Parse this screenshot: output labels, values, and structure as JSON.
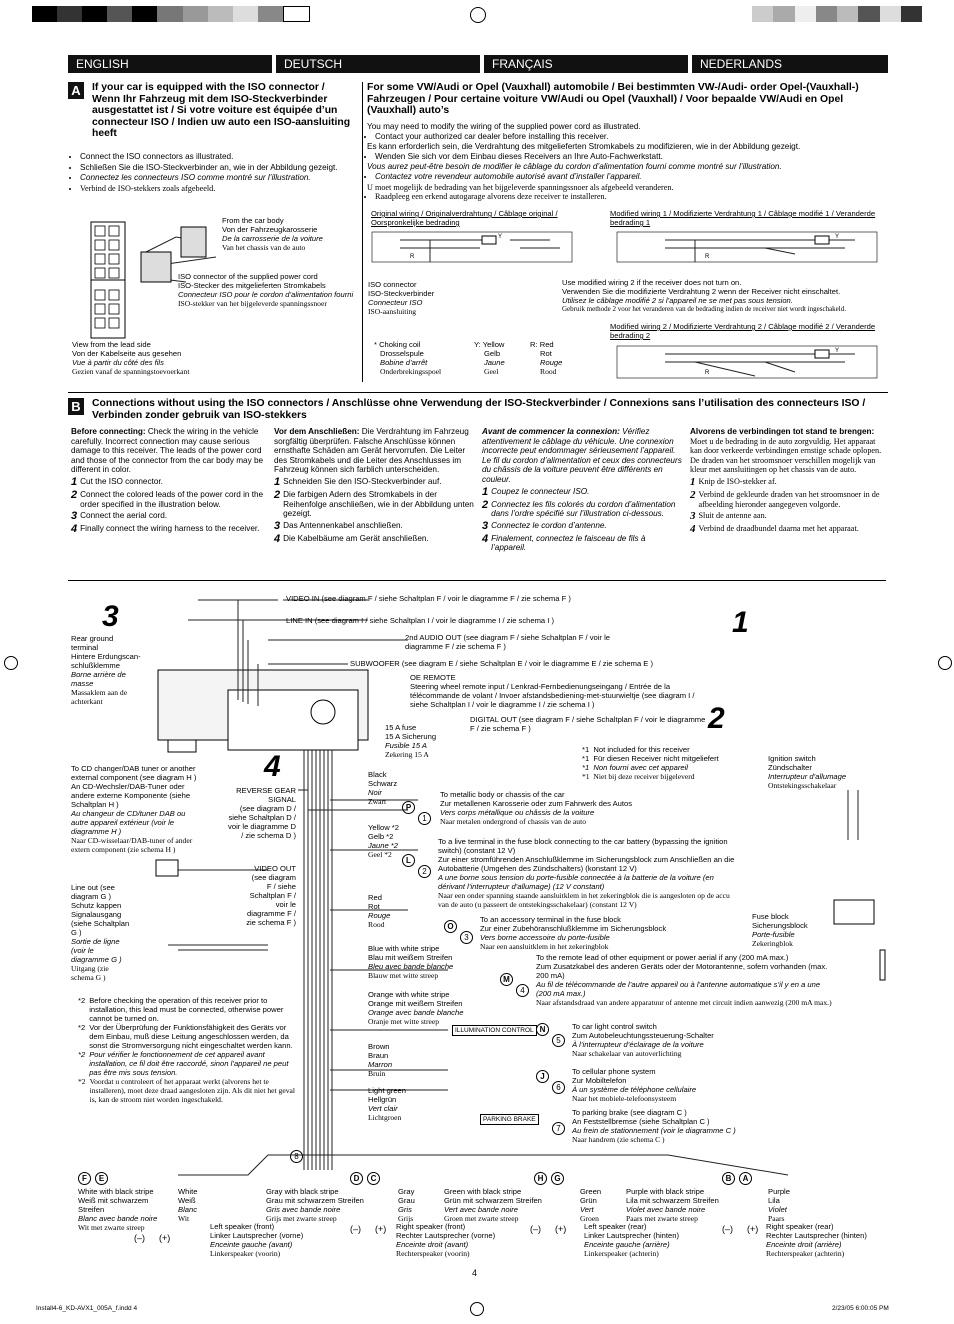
{
  "print_info": {
    "footer_left": "Install4-6_KD-AVX1_005A_f.indd   4",
    "footer_right": "2/23/05   6:00:05 PM",
    "page_number": "4"
  },
  "languages": [
    "ENGLISH",
    "DEUTSCH",
    "FRANÇAIS",
    "NEDERLANDS"
  ],
  "section_a": {
    "badge": "A",
    "title": "If your car is equipped with the ISO connector / Wenn Ihr Fahrzeug mit dem ISO-Steckverbinder ausgestattet ist / Si votre voiture est équipée d’un connecteur ISO / Indien uw auto een ISO-aansluiting heeft",
    "bullets": [
      "Connect the ISO connectors as illustrated.",
      "Schließen Sie die ISO-Steckverbinder an, wie in der Abbildung gezeigt.",
      "Connectez les connecteurs ISO comme montré sur l’illustration.",
      "Verbind de ISO-stekkers zoals afgebeeld."
    ],
    "from_car_body": [
      "From the car body",
      "Von der Fahrzeugkarosserie",
      "De la carrosserie de la voiture",
      "Van het chassis van de auto"
    ],
    "iso_supplied": [
      "ISO connector of the supplied power cord",
      "ISO-Stecker des mitgelieferten Stromkabels",
      "Connecteur ISO pour le cordon d’alimentation fourni",
      "ISO-stekker van het bijgeleverde spanningssnoer"
    ],
    "lead_side": [
      "View from the lead side",
      "Von der Kabelseite aus gesehen",
      "Vue à partir du côté des fils",
      "Gezien vanaf de spanningstoevoerkant"
    ],
    "vw_title": "For some VW/Audi or Opel (Vauxhall) automobile / Bei bestimmten VW-/Audi- order Opel-(Vauxhall-) Fahrzeugen / Pour certaine voiture VW/Audi ou Opel (Vauxhall) / Voor bepaalde VW/Audi en Opel (Vauxhall) auto’s",
    "vw_paras": [
      "You may need to modify the wiring of the supplied power cord as illustrated.",
      "Contact your authorized car dealer before installing this receiver.",
      "Es kann erforderlich sein, die Verdrahtung des mitgelieferten Stromkabels zu modifizieren, wie in der Abbildung gezeigt.",
      "Wenden Sie sich vor dem Einbau dieses Receivers an Ihre Auto-Fachwerkstatt.",
      "Vous aurez peut-être besoin de modifier le câblage du cordon d’alimentation fourni comme montré sur l’illustration.",
      "Contactez votre revendeur automobile autorisé avant d’installer l’appareil.",
      "U moet mogelijk de bedrading van het bijgeleverde spanningssnoer als afgebeeld veranderen.",
      "Raadpleeg een erkend autogarage alvorens deze receiver te installeren."
    ],
    "original_wiring": "Original wiring / Originalverdrahtung / Câblage original / Oorspronkelijke bedrading",
    "modified_1": "Modified wiring 1 / Modifizierte Verdrahtung 1 / Câblage modifié 1 / Veranderde bedrading 1",
    "modified_2": "Modified wiring 2 / Modifizierte Verdrahtung 2 / Câblage modifié 2 / Veranderde bedrading 2",
    "iso_connector": [
      "ISO connector",
      "ISO-Steckverbinder",
      "Connecteur ISO",
      "ISO-aansluiting"
    ],
    "use_modified": [
      "Use modified wiring 2 if the receiver does not turn on.",
      "Verwenden Sie die modifizierte Verdrahtung 2 wenn der Receiver nicht einschaltet.",
      "Utilisez le câblage modifié 2 si l’appareil ne se met pas sous tension.",
      "Gebruik methode 2 voor het veranderen van de bedrading indien de receiver niet wordt ingeschakeld."
    ],
    "legend_choke": [
      "* Choking coil",
      "Drosselspule",
      "Bobine d’arrêt",
      "Onderbrekingsspoel"
    ],
    "legend_y": [
      "Y: Yellow",
      "Gelb",
      "Jaune",
      "Geel"
    ],
    "legend_r": [
      "R: Red",
      "Rot",
      "Rouge",
      "Rood"
    ]
  },
  "section_b": {
    "badge": "B",
    "title": "Connections without using the ISO connectors / Anschlüsse ohne Verwendung der ISO-Steckverbinder / Connexions sans l’utilisation des connecteurs ISO / Verbinden zonder gebruik van ISO-stekkers",
    "cols": [
      {
        "head": "Before connecting:",
        "intro": " Check the wiring in the vehicle carefully. Incorrect connection may cause serious damage to this receiver. The leads of the power cord and those of the connector from the car body may be different in color.",
        "steps": [
          "Cut the ISO connector.",
          "Connect the colored leads of the power cord in the order specified in the illustration below.",
          "Connect the aerial cord.",
          "Finally connect the wiring harness to the receiver."
        ]
      },
      {
        "head": "Vor dem Anschließen:",
        "intro": " Die Verdrahtung im Fahrzeug sorgfältig überprüfen. Falsche Anschlüsse können ernsthafte Schäden am Gerät hervorrufen. Die Leiter des Stromkabels und die Leiter des Anschlusses im Fahrzeug können sich farblich unterscheiden.",
        "steps": [
          "Schneiden Sie den ISO-Steckverbinder auf.",
          "Die farbigen Adern des Stromkabels in der Reihenfolge anschließen, wie in der Abbildung unten gezeigt.",
          "Das Antennenkabel anschließen.",
          "Die Kabelbäume am Gerät anschließen."
        ]
      },
      {
        "head": "Avant de commencer la connexion:",
        "intro": " Vérifiez attentivement le câblage du véhicule. Une connexion incorrecte peut endommager sérieusement l’appareil. Le fil du cordon d’alimentation et ceux des connecteurs du châssis de la voiture peuvent être différents en couleur.",
        "steps": [
          "Coupez le connecteur ISO.",
          "Connectez les fils colorés du cordon d’alimentation dans l’ordre spécifié sur l’illustration ci-dessous.",
          "Connectez le cordon d’antenne.",
          "Finalement, connectez le faisceau de fils à l’appareil."
        ]
      },
      {
        "head": "Alvorens de verbindingen tot stand te brengen:",
        "intro": " Moet u de bedrading in de auto zorgvuldig. Het apparaat kan door verkeerde verbindingen ernstige schade oplopen. De draden van het stroomsnoer verschillen mogelijk van kleur met aansluitingen op het chassis van de auto.",
        "steps": [
          "Knip de ISO-stekker af.",
          "Verbind de gekleurde draden van het stroomsnoer in de afbeelding hieronder aangegeven volgorde.",
          "Sluit de antenne aan.",
          "Verbind de draadbundel daarna met het apparaat."
        ]
      }
    ],
    "step_nums": [
      "1",
      "2",
      "3",
      "4"
    ]
  },
  "diagram": {
    "big_nums": [
      "3",
      "1",
      "2",
      "4"
    ],
    "rear_ground": [
      "Rear ground terminal",
      "Hintere Erdungscan-schlußklemme",
      "Borne arrière de masse",
      "Massaklem aan de achterkant"
    ],
    "video_in": "VIDEO IN (see diagram F / siehe Schaltplan F / voir le diagramme F / zie schema F )",
    "line_in": "LINE IN (see diagram I / siehe Schaltplan I / voir le diagramme I / zie schema I )",
    "audio_out": "2nd AUDIO OUT (see diagram F / siehe Schaltplan F / voir le diagramme F / zie schema F )",
    "subwoofer": "SUBWOOFER (see diagram E / siehe Schaltplan E / voir le diagramme E / zie schema E )",
    "oe_remote": [
      "OE REMOTE",
      "Steering wheel remote input / Lenkrad-Fernbedienungseingang / Entrée de la télécommande de volant / Invoer afstandsbediening-met-stuurwieltje (see diagram I / siehe Schaltplan I / voir le diagramme I / zie schema I )"
    ],
    "digital_out": "DIGITAL OUT (see diagram F / siehe Schaltplan F / voir le diagramme F / zie schema F )",
    "fuse": [
      "15 A fuse",
      "15 A Sicherung",
      "Fusible 15 A",
      "Zekering 15 A"
    ],
    "cd_changer": [
      "To CD changer/DAB tuner or another external component (see diagram H )",
      "An CD-Wechsler/DAB-Tuner oder andere externe Komponente (siehe Schaltplan H )",
      "Au changeur de CD/tuner DAB ou autre appareil extérieur (voir le diagramme H )",
      "Naar CD-wisselaar/DAB-tuner of ander extern component (zie schema H )"
    ],
    "line_out": [
      "Line out (see diagram G )",
      "Schutz kappen Signalausgang (siehe Schaltplan G )",
      "Sortie de ligne (voir le diagramme G )",
      "Uitgang (zie schema G )"
    ],
    "reverse_gear": [
      "REVERSE GEAR SIGNAL",
      "(see diagram D / siehe Schaltplan D / voir le diagramme D / zie schema D )"
    ],
    "video_out": [
      "VIDEO OUT",
      "(see diagram F / siehe Schaltplan F / voir le diagramme F / zie schema F )"
    ],
    "notes": [
      {
        "mark": "*1",
        "text": "Not included for this receiver"
      },
      {
        "mark": "*1",
        "text": "Für diesen Receiver nicht mitgeliefert"
      },
      {
        "mark": "*1",
        "text": "Non fourni avec cet appareil"
      },
      {
        "mark": "*1",
        "text": "Niet bij deze receiver bijgeleverd"
      }
    ],
    "notes2": [
      {
        "mark": "*2",
        "text": "Before checking the operation of this receiver prior to installation, this lead must be connected, otherwise power cannot be turned on."
      },
      {
        "mark": "*2",
        "text": "Vor der Überprüfung der Funktionsfähigkeit des Geräts vor dem Einbau, muß diese Leitung angeschlossen werden, da sonst die Stromversorgung nicht eingeschaltet werden kann."
      },
      {
        "mark": "*2",
        "text": "Pour vérifier le fonctionnement de cet appareil avant installation, ce fil doit être raccordé, sinon l’appareil ne peut pas être mis sous tension."
      },
      {
        "mark": "*2",
        "text": "Voordat u controleert of het apparaat werkt (alvorens het te installeren), moet deze draad aangesloten zijn. Als dit niet het geval is, kan de stroom niet worden ingeschakeld."
      }
    ],
    "ignition": [
      "Ignition switch",
      "Zündschalter",
      "Interrupteur d’allumage",
      "Ontstekingsschakelaar"
    ],
    "fuse_block": [
      "Fuse block",
      "Sicherungsblock",
      "Porte-fusible",
      "Zekeringblok"
    ],
    "wires": [
      {
        "color": [
          "Black",
          "Schwarz",
          "Noir",
          "Zwart"
        ],
        "letter": "P",
        "num": "1",
        "dest": [
          "To metallic body or chassis of the car",
          "Zur metallenen Karosserie oder zum Fahrwerk des Autos",
          "Vers corps métallique ou châssis de la voiture",
          "Naar metalen ondergrond of chassis van de auto"
        ]
      },
      {
        "color": [
          "Yellow *2",
          "Gelb *2",
          "Jaune *2",
          "Geel *2"
        ],
        "letter": "L",
        "num": "2",
        "dest": [
          "To a live terminal in the fuse block connecting to the car battery (bypassing the ignition switch) (constant 12 V)",
          "Zur einer stromführenden Anschlußklemme im Sicherungsblock zum Anschließen an die Autobatterie (Umgehen des Zündschalters) (konstant 12 V)",
          "A une borne sous tension du porte-fusible connectée à la batterie de la voiture (en dérivant l’interrupteur d’allumage) (12 V constant)",
          "Naar een onder spanning staande aansluitklem in het zekeringblok die is aangesloten op de accu van de auto (u passeert de ontstekingsschakelaar) (constant 12 V)"
        ]
      },
      {
        "color": [
          "Red",
          "Rot",
          "Rouge",
          "Rood"
        ],
        "letter": "O",
        "num": "3",
        "dest": [
          "To an accessory terminal in the fuse block",
          "Zur einer Zubehöranschlußklemme im Sicherungsblock",
          "Vers borne accessoire du porte-fusible",
          "Naar een aansluitklem in het zekeringblok"
        ]
      },
      {
        "color": [
          "Blue with white stripe",
          "Blau mit weißem Streifen",
          "Bleu avec bande blanche",
          "Blauw met witte streep"
        ],
        "letter": "M",
        "num": "4",
        "dest": [
          "To the remote lead of other equipment or power aerial if any (200 mA max.)",
          "Zum Zusatzkabel des anderen Geräts oder der Motorantenne, sofern vorhanden (max. 200 mA)",
          "Au fil de télécommande de l’autre appareil ou à l’antenne automatique s’il y en a une (200 mA max.)",
          "Naar afstandsdraad van andere apparatuur of antenne met circuit indien aanwezig (200 mA max.)"
        ]
      },
      {
        "color": [
          "Orange with white stripe",
          "Orange mit weißem Streifen",
          "Orange avec bande blanche",
          "Oranje met witte streep"
        ],
        "letter": "N",
        "num": "5",
        "tag": "ILLUMINATION CONTROL",
        "dest": [
          "To car light control switch",
          "Zum Autobeleuchtungssteuerung-Schalter",
          "À l’interrupteur d’éclairage de la voiture",
          "Naar schakelaar van autoverlichting"
        ]
      },
      {
        "color": [
          "Brown",
          "Braun",
          "Marron",
          "Bruin"
        ],
        "letter": "J",
        "num": "6",
        "dest": [
          "To cellular phone system",
          "Zur Mobiltelefon",
          "À un système de téléphone cellulaire",
          "Naar het mobiele-telefoonsysteem"
        ]
      },
      {
        "color": [
          "Light green",
          "Hellgrün",
          "Vert clair",
          "Lichtgroen"
        ],
        "letter": "",
        "num": "7",
        "tag": "PARKING BRAKE",
        "dest": [
          "To parking brake (see diagram C )",
          "An Feststellbremse (siehe Schaltplan C )",
          "Au frein de stationnement (voir le diagramme C )",
          "Naar handrem (zie schema C )"
        ]
      }
    ],
    "circle8": "8",
    "speakers": [
      {
        "letters": [
          "F",
          "E"
        ],
        "c1": [
          "White with black stripe",
          "Weiß mit schwarzem Streifen",
          "Blanc avec bande noire",
          "Wit met zwarte streep"
        ],
        "c2": [
          "White",
          "Weiß",
          "Blanc",
          "Wit"
        ],
        "label": [
          "Left speaker (front)",
          "Linker Lautsprecher (vorne)",
          "Enceinte gauche (avant)",
          "Linkerspeaker (voorin)"
        ]
      },
      {
        "letters": [
          "D",
          "C"
        ],
        "c1": [
          "Gray with black stripe",
          "Grau mit schwarzem Streifen",
          "Gris avec bande noire",
          "Grijs met zwarte streep"
        ],
        "c2": [
          "Gray",
          "Grau",
          "Gris",
          "Grijs"
        ],
        "label": [
          "Right speaker (front)",
          "Rechter Lautsprecher (vorne)",
          "Enceinte droit (avant)",
          "Rechterspeaker (voorin)"
        ]
      },
      {
        "letters": [
          "H",
          "G"
        ],
        "c1": [
          "Green with black stripe",
          "Grün mit schwarzem Streifen",
          "Vert avec bande noire",
          "Groen met zwarte streep"
        ],
        "c2": [
          "Green",
          "Grün",
          "Vert",
          "Groen"
        ],
        "label": [
          "Left speaker (rear)",
          "Linker Lautsprecher (hinten)",
          "Enceinte gauche (arrière)",
          "Linkerspeaker (achterin)"
        ]
      },
      {
        "letters": [
          "B",
          "A"
        ],
        "c1": [
          "Purple with black stripe",
          "Lila mit schwarzem Streifen",
          "Violet avec bande noire",
          "Paars met zwarte streep"
        ],
        "c2": [
          "Purple",
          "Lila",
          "Violet",
          "Paars"
        ],
        "label": [
          "Right speaker (rear)",
          "Rechter Lautsprecher (hinten)",
          "Enceinte droit (arrière)",
          "Rechterspeaker (achterin)"
        ]
      }
    ],
    "polarity": [
      "(–)",
      "(+)"
    ]
  }
}
